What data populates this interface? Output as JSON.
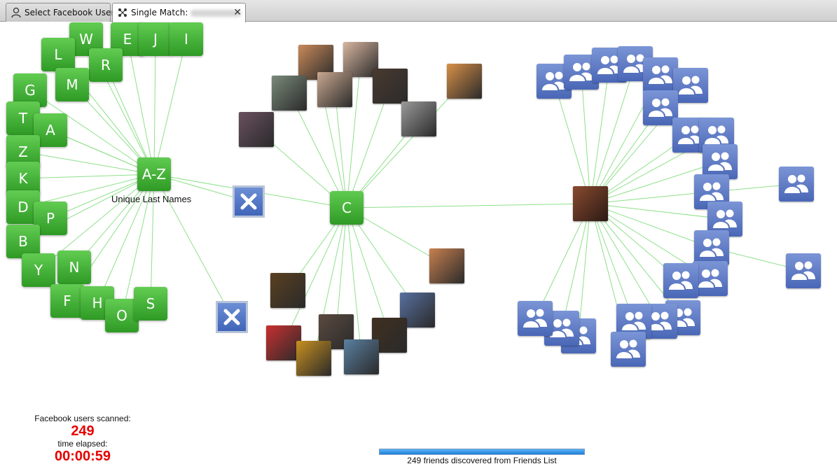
{
  "tabs": [
    {
      "label": "Select Facebook Users",
      "icon": "user-icon",
      "active": false
    },
    {
      "label": "Single Match:",
      "icon": "network-icon",
      "active": true,
      "close_glyph": "✕"
    }
  ],
  "graph": {
    "az_hub": {
      "label": "A-Z",
      "caption": "Unique Last Names"
    },
    "c_hub": {
      "label": "C"
    },
    "letters": [
      "W",
      "E",
      "J",
      "I",
      "L",
      "R",
      "M",
      "G",
      "T",
      "A",
      "Z",
      "K",
      "D",
      "P",
      "B",
      "Y",
      "N",
      "F",
      "H",
      "O",
      "S"
    ],
    "remove_icon": "close-x-icon",
    "friend_icon": "friends-group-icon",
    "edge_color": "#8ee08a",
    "hub_color": "#3aa52e",
    "friend_color": "#5876c4"
  },
  "stats": {
    "scanned_label": "Facebook users scanned:",
    "scanned_count": "249",
    "elapsed_label": "time elapsed:",
    "elapsed_value": "00:00:59",
    "value_color": "#e60000"
  },
  "progress": {
    "percent": 100,
    "text": "249 friends discovered from Friends List"
  }
}
